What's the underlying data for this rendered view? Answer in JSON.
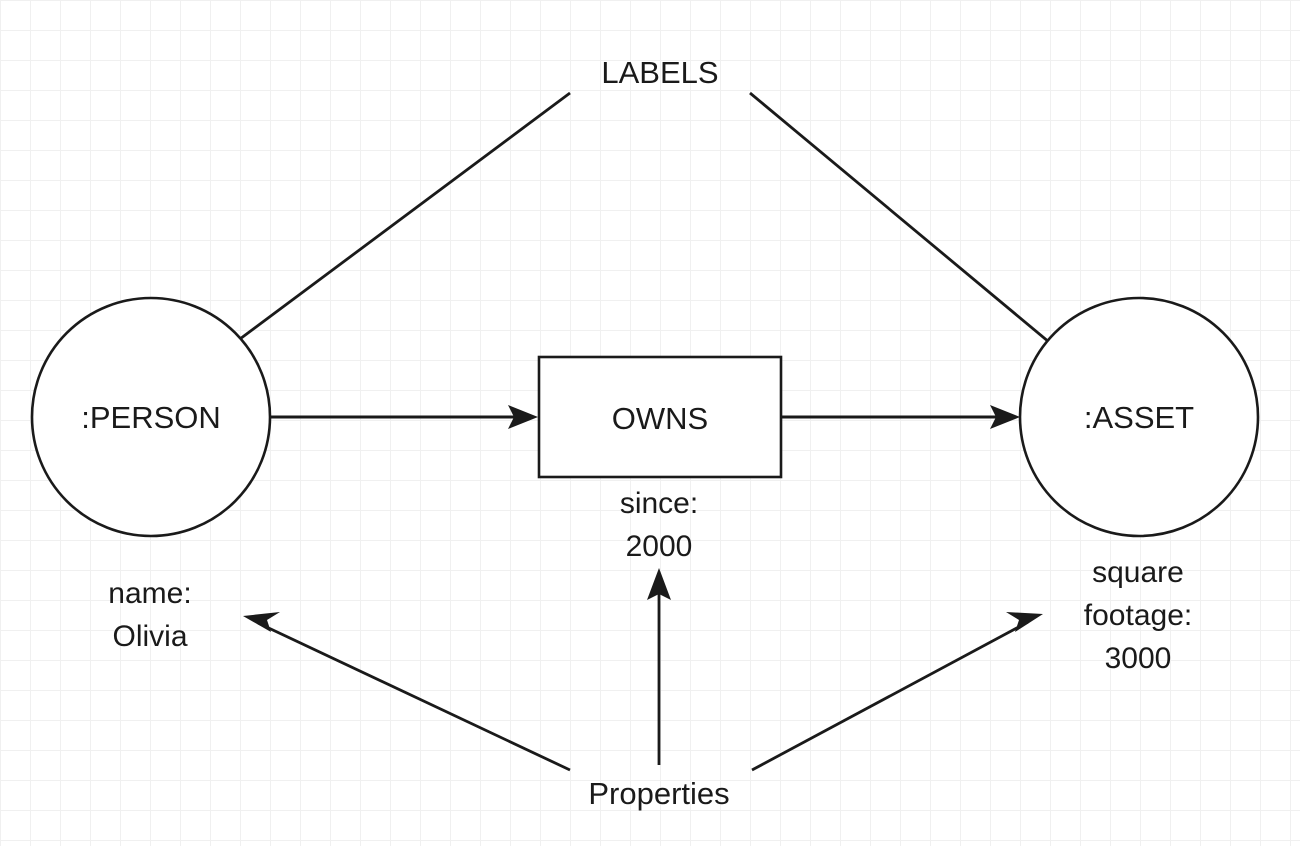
{
  "diagram": {
    "title_annotation": "LABELS",
    "bottom_annotation": "Properties",
    "nodes": [
      {
        "id": "person",
        "shape": "circle",
        "label": ":PERSON",
        "property_lines": [
          "name:",
          "Olivia"
        ]
      },
      {
        "id": "owns",
        "shape": "rectangle",
        "label": "OWNS",
        "property_lines": [
          "since:",
          "2000"
        ]
      },
      {
        "id": "asset",
        "shape": "circle",
        "label": ":ASSET",
        "property_lines": [
          "square",
          "footage:",
          "3000"
        ]
      }
    ],
    "edges": [
      {
        "id": "person-to-owns",
        "from": ":PERSON",
        "to": "OWNS",
        "kind": "relationship-arrow"
      },
      {
        "id": "owns-to-asset",
        "from": "OWNS",
        "to": ":ASSET",
        "kind": "relationship-arrow"
      },
      {
        "id": "labels-to-person",
        "from": "LABELS",
        "to": ":PERSON",
        "kind": "annotation-arrow"
      },
      {
        "id": "labels-to-asset",
        "from": "LABELS",
        "to": ":ASSET",
        "kind": "annotation-arrow"
      },
      {
        "id": "properties-to-name",
        "from": "Properties",
        "to": "name: Olivia",
        "kind": "annotation-arrow"
      },
      {
        "id": "properties-to-since",
        "from": "Properties",
        "to": "since: 2000",
        "kind": "annotation-arrow"
      },
      {
        "id": "properties-to-footage",
        "from": "Properties",
        "to": "square footage: 3000",
        "kind": "annotation-arrow"
      }
    ],
    "colors": {
      "stroke": "#1a1a1a",
      "fill": "#ffffff",
      "grid_minor": "#f0f0f0",
      "grid_major": "#e6e6e6",
      "background": "#ffffff"
    }
  }
}
